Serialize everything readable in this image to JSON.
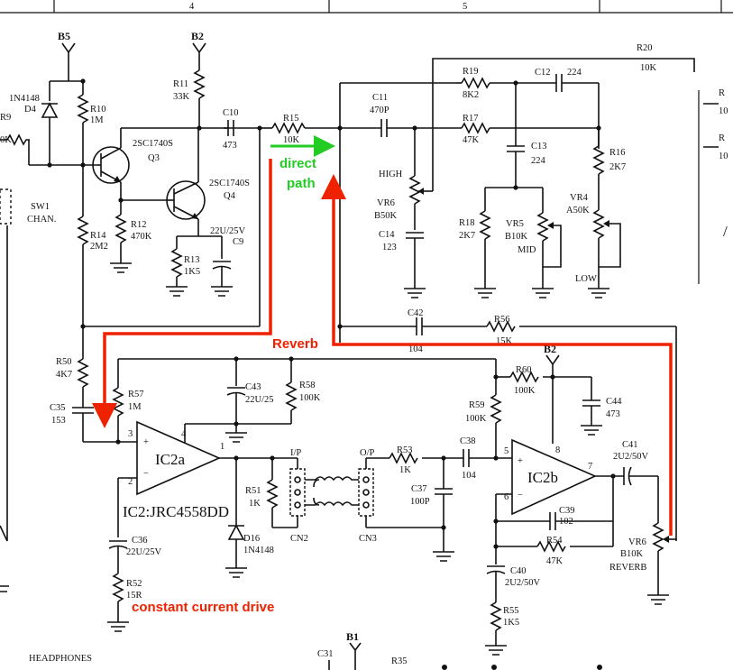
{
  "sheet": {
    "col4": "4",
    "col5": "5"
  },
  "rails": {
    "b5": "B5",
    "b2_top": "B2",
    "b2_right": "B2",
    "b1": "B1"
  },
  "parts": {
    "d4": [
      "1N4148",
      "D4"
    ],
    "r10": [
      "R10",
      "1M"
    ],
    "r11": [
      "R11",
      "33K"
    ],
    "r9": [
      "R9",
      "0K"
    ],
    "c10": [
      "C10",
      "473"
    ],
    "r15": [
      "R15",
      "10K"
    ],
    "q3": [
      "2SC1740S",
      "Q3"
    ],
    "q4": [
      "2SC1740S",
      "Q4"
    ],
    "r12": [
      "R12",
      "470K"
    ],
    "r14": [
      "R14",
      "2M2"
    ],
    "r13": [
      "R13",
      "1K5"
    ],
    "c9": [
      "22U/25V",
      "C9"
    ],
    "sw1": [
      "SW1",
      "CHAN."
    ],
    "c11": [
      "C11",
      "470P"
    ],
    "r19": [
      "R19",
      "8K2"
    ],
    "r17": [
      "R17",
      "47K"
    ],
    "c12": [
      "C12",
      "224"
    ],
    "r20": [
      "R20",
      "10K"
    ],
    "c13": [
      "C13",
      "224"
    ],
    "r16": [
      "R16",
      "2K7"
    ],
    "vr6a": [
      "HIGH",
      "VR6",
      "B50K"
    ],
    "c14": [
      "C14",
      "123"
    ],
    "r18": [
      "R18",
      "2K7"
    ],
    "vr5": [
      "VR5",
      "B10K",
      "MID"
    ],
    "vr4": [
      "VR4",
      "A50K",
      "LOW"
    ],
    "c42": [
      "C42",
      "104"
    ],
    "r56": [
      "R56",
      "15K"
    ],
    "r50": [
      "R50",
      "4K7"
    ],
    "c35": [
      "C35",
      "153"
    ],
    "r57": [
      "R57",
      "1M"
    ],
    "c43": [
      "C43",
      "22U/25"
    ],
    "r58": [
      "R58",
      "100K"
    ],
    "r60": [
      "R60",
      "100K"
    ],
    "c44": [
      "C44",
      "473"
    ],
    "r59": [
      "R59",
      "100K"
    ],
    "ic2a": [
      "IC2a",
      "IC2:JRC4558DD"
    ],
    "ic2b": [
      "IC2b"
    ],
    "pins": [
      "3",
      "2",
      "4",
      "1",
      "5",
      "6",
      "8",
      "7"
    ],
    "r51": [
      "R51",
      "1K"
    ],
    "io": [
      "I/P",
      "O/P",
      "CN2",
      "CN3"
    ],
    "r53": [
      "R53",
      "1K"
    ],
    "c38": [
      "C38",
      "104"
    ],
    "c37": [
      "C37",
      "100P"
    ],
    "c41": [
      "C41",
      "2U2/50V"
    ],
    "c39": [
      "C39",
      "102"
    ],
    "r54": [
      "R54",
      "47K"
    ],
    "vr6b": [
      "VR6",
      "B10K",
      "REVERB"
    ],
    "c36": [
      "C36",
      "22U/25V"
    ],
    "r52": [
      "R52",
      "15R"
    ],
    "d16": [
      "D16",
      "1N4148"
    ],
    "c40": [
      "C40",
      "2U2/50V"
    ],
    "r55": [
      "R55",
      "1K5"
    ],
    "misc": [
      "HEADPHONES",
      "C31",
      "R35"
    ],
    "edge": [
      "R",
      "10",
      "R",
      "10",
      "/"
    ]
  },
  "annotations": {
    "direct": [
      "direct",
      "path"
    ],
    "reverb": "Reverb",
    "drive": "constant current drive"
  },
  "colors": {
    "ink": "#111111",
    "green": "#22cc22",
    "red": "#ee2200"
  }
}
